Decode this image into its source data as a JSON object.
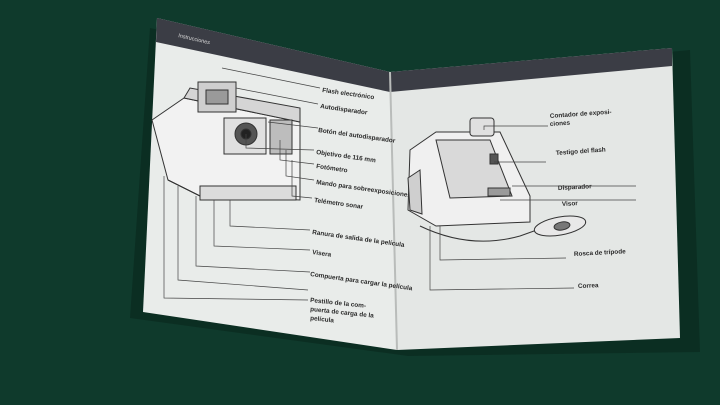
{
  "colors": {
    "background": "#0f3a2c",
    "page": "#e9ecea",
    "header_band": "#3b3d45",
    "ink": "#2a2a2a"
  },
  "left_page": {
    "header": "Instrucciones",
    "labels": [
      "Flash electrónico",
      "Autodisparador",
      "Botón del autodisparador",
      "Objetivo de 116 mm",
      "Fotómetro",
      "Mando para sobreexposiciones",
      "Telémetro sonar",
      "Ranura de salida de la película",
      "Visera",
      "Compuerta para cargar la película",
      "Pestillo de la com-",
      "puerta de carga de la",
      "película"
    ]
  },
  "right_page": {
    "labels": [
      "Contador de exposi-",
      "ciones",
      "Testigo del flash",
      "Disparador",
      "Visor",
      "Rosca de trípode",
      "Correa"
    ]
  }
}
